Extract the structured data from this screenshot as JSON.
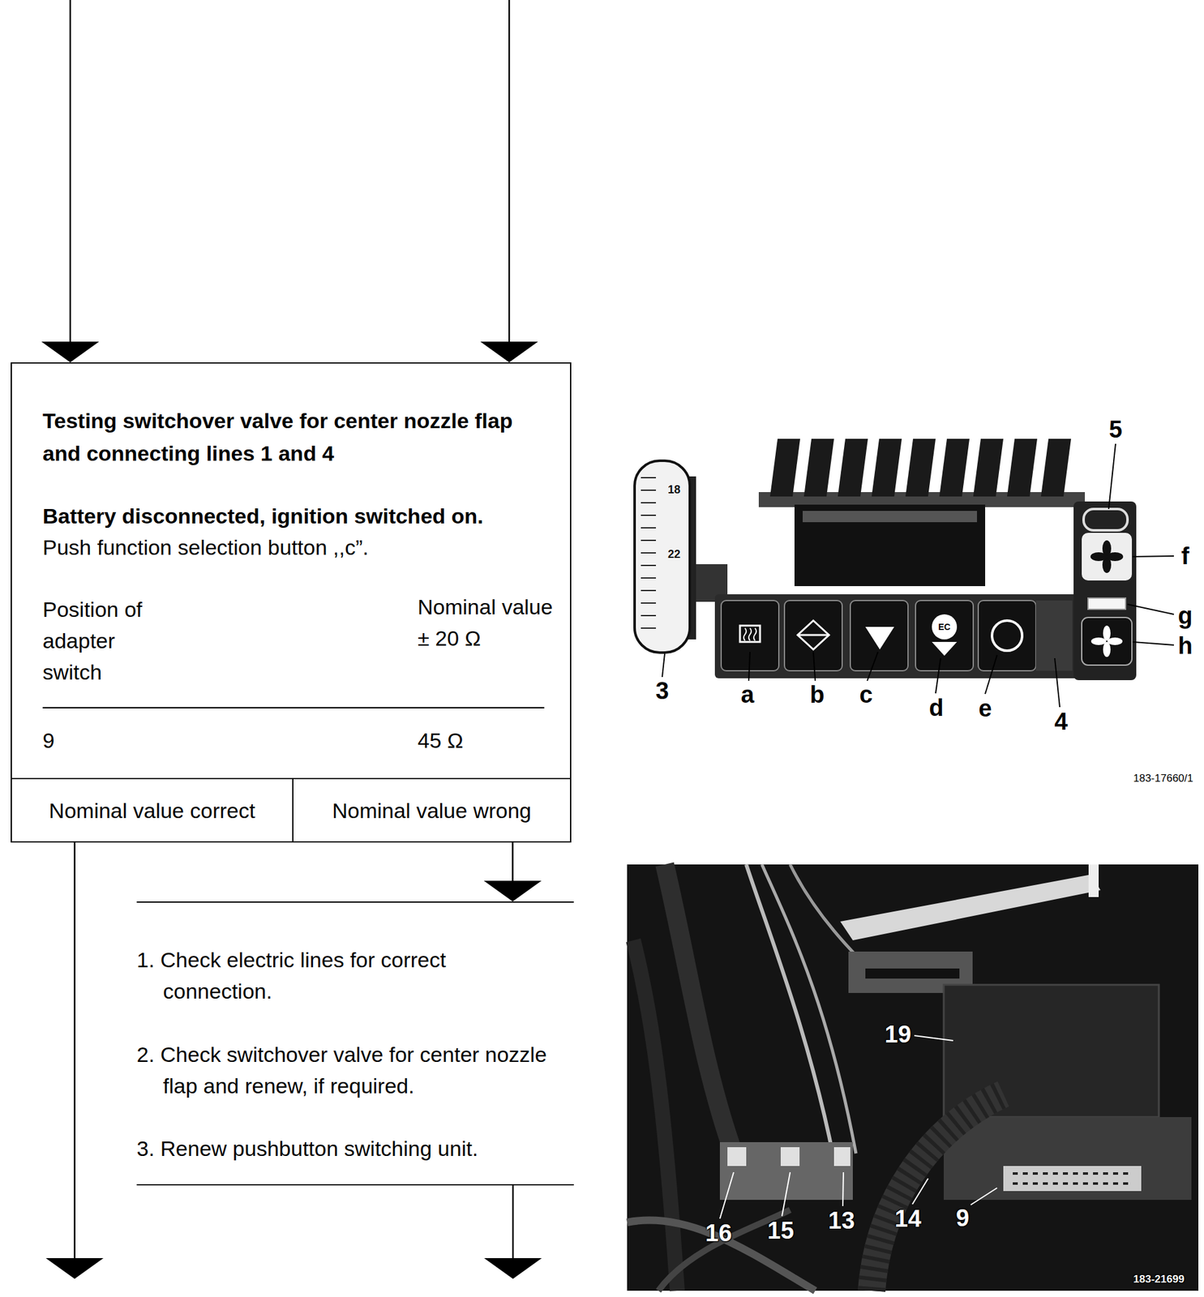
{
  "diagram": {
    "nodes": [
      {
        "text": [
          "Testing switchover valve for center nozzle flap and connecting lines 1 and 4",
          "Battery disconnected, ignition switched on.",
          "Push function selection button ,,c”.",
          "Position of adapter switch",
          "Nominal value ± 20 Ω",
          "9",
          "45 Ω"
        ]
      },
      {
        "text": [
          "Nominal value correct"
        ]
      },
      {
        "text": [
          "Nominal value wrong"
        ]
      },
      {
        "text": [
          "1. Check electric lines for correct connection.",
          "2. Check switchover valve for center nozzle flap and renew, if required.",
          "3. Renew pushbutton switching unit."
        ]
      }
    ],
    "edges": [
      {
        "from": 2,
        "to": 3,
        "arrow": "to"
      }
    ],
    "labels": [
      "18",
      "22",
      "EC",
      "3",
      "a",
      "b",
      "c",
      "d",
      "e",
      "4",
      "5",
      "f",
      "g",
      "h",
      "183-17660/1",
      "19",
      "16",
      "15",
      "13",
      "14",
      "9",
      "183-21699"
    ]
  }
}
